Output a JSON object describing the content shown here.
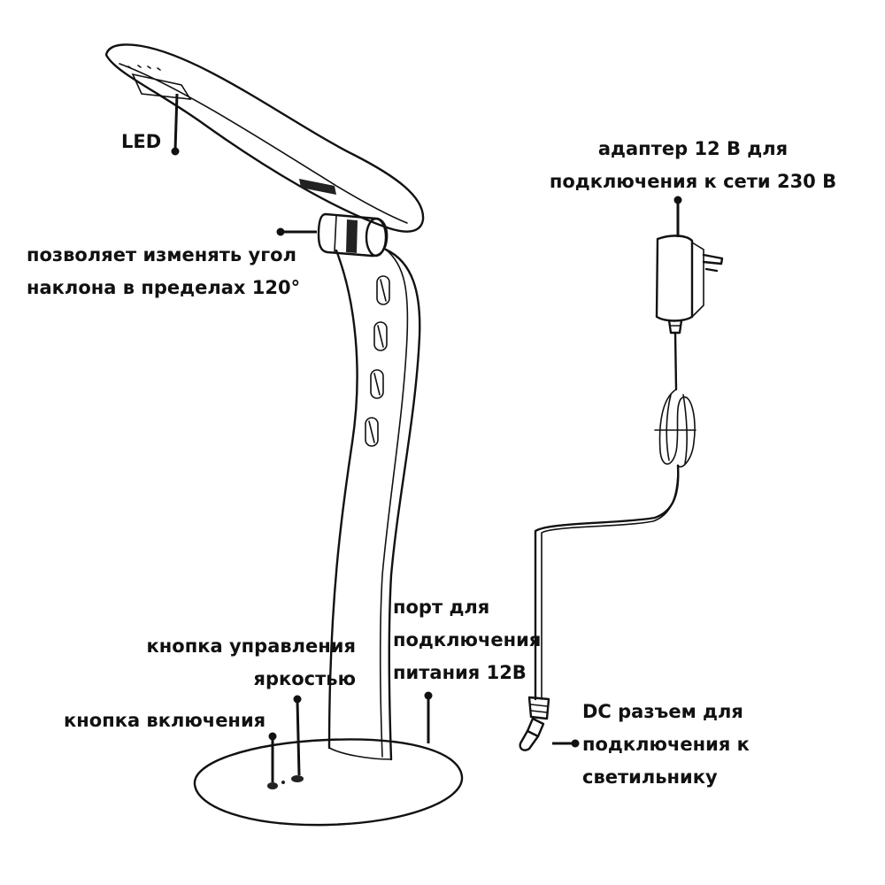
{
  "labels": {
    "led": "LED",
    "tilt": [
      "позволяет изменять угол",
      "наклона в пределах 120°"
    ],
    "adapter": [
      "адаптер 12 В для",
      "подключения к сети 230 В"
    ],
    "port": [
      "порт для",
      "подключения",
      "питания 12В"
    ],
    "brightness": [
      "кнопка управления",
      "яркостью"
    ],
    "power": "кнопка включения",
    "dc": [
      "DC разъем для",
      "подключения к",
      "светильнику"
    ]
  }
}
